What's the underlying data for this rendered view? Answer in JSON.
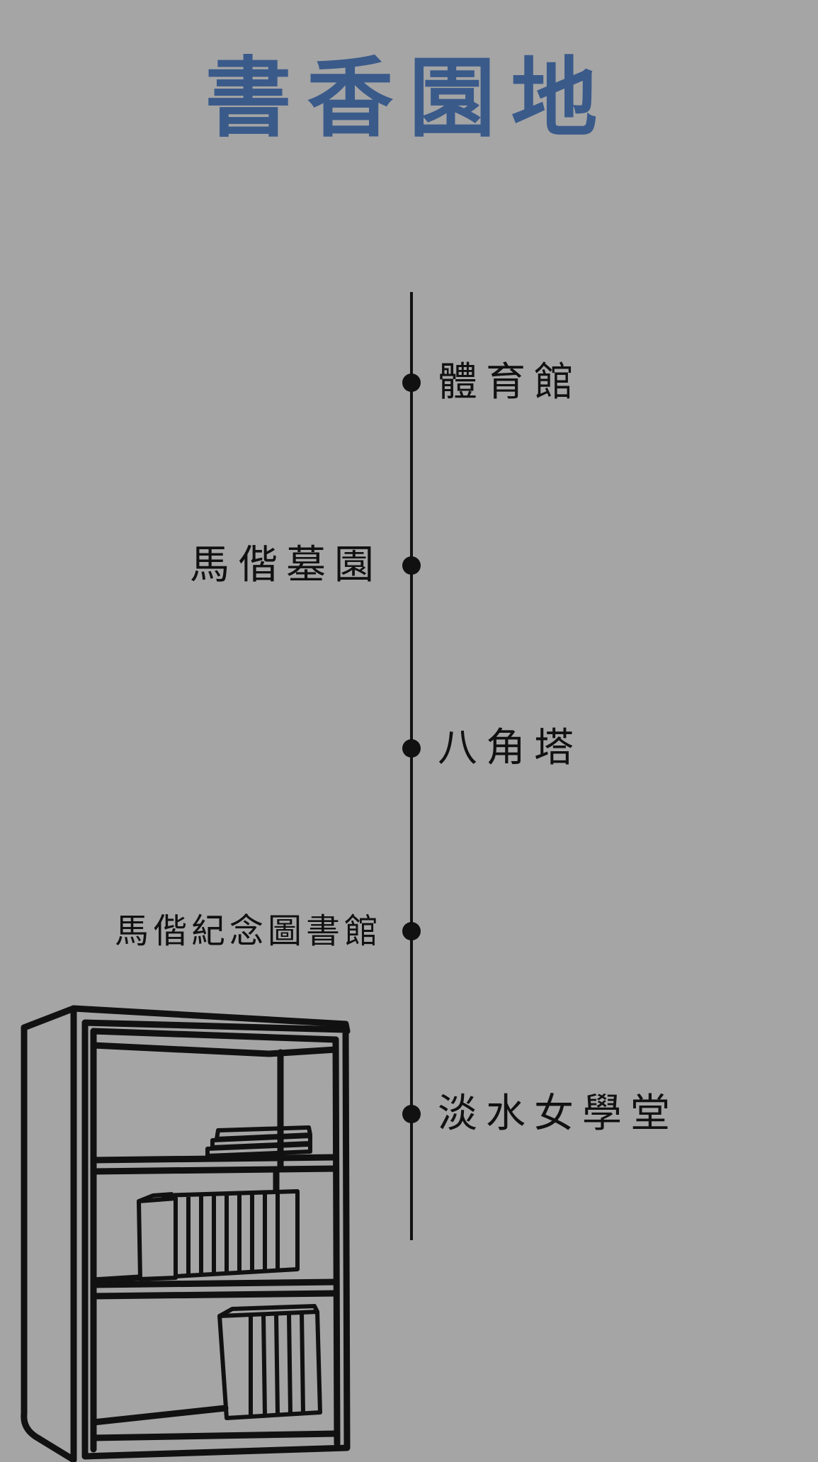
{
  "title": "書香園地",
  "timeline": {
    "items": [
      {
        "label": "體育館",
        "side": "right"
      },
      {
        "label": "馬偕墓園",
        "side": "left"
      },
      {
        "label": "八角塔",
        "side": "right"
      },
      {
        "label": "馬偕紀念圖書館",
        "side": "left"
      },
      {
        "label": "淡水女學堂",
        "side": "right"
      }
    ]
  },
  "colors": {
    "background": "#a5a5a5",
    "title": "#3a5a8a",
    "ink": "#111111"
  },
  "illustration": "bookcase"
}
